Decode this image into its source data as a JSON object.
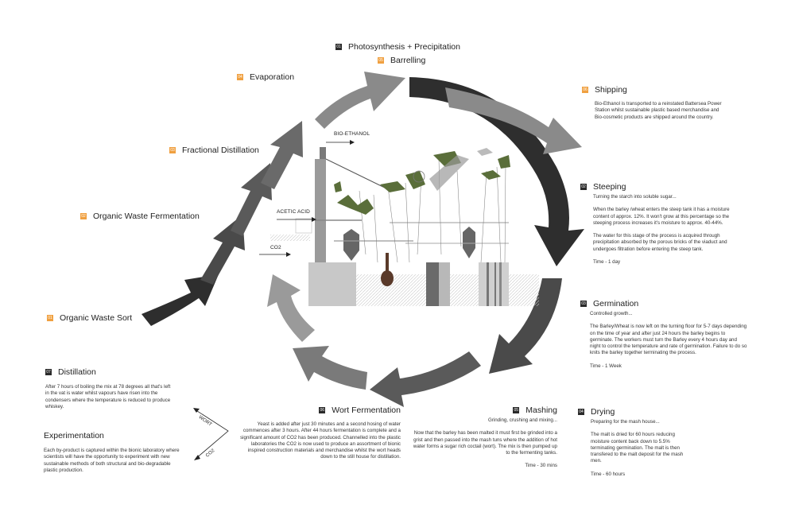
{
  "outer_cycle": [
    {
      "num": "01",
      "label": "Organic Waste Sort"
    },
    {
      "num": "02",
      "label": "Organic Waste Fermentation"
    },
    {
      "num": "03",
      "label": "Fractional Distillation"
    },
    {
      "num": "04",
      "label": "Evaporation"
    },
    {
      "num": "05",
      "label": "Barrelling"
    },
    {
      "num": "06",
      "label": "Shipping",
      "text": "Bio-Ethanol is transported to a reinstated Battersea Power Station whilst sustainable plastic based merchandise and Bio-cosmetic products are shipped around the country."
    }
  ],
  "top_stage": {
    "num": "01",
    "label": "Photosynthesis + Precipitation"
  },
  "stages": {
    "steeping": {
      "num": "02",
      "label": "Steeping",
      "subtitle": "Turning the starch into soluble sugar...",
      "para1": "When the barley /wheat enters the steep tank it has a moisture content of approx. 12%. It won't grow at this percentage so the steeping process increases it's moisture to approx. 40-44%.",
      "para2": "The water for this stage of the process is acquired through precipitation absorbed by the porous bricks of the viaduct and undergoes filtration before entering the steep tank.",
      "time": "Time - 1 day"
    },
    "germination": {
      "num": "03",
      "label": "Germination",
      "subtitle": "Controlled growth...",
      "para1": "The Barley/Wheat is now left on the turning floor for 5-7 days depending on the time of year and after just 24 hours the barley begins to germinate. The workers must turn the Barley every 4 hours day and night to control the temperature and rate of germination. Failure to do so knits the barley together terminating the process.",
      "time": "Time - 1 Week"
    },
    "drying": {
      "num": "04",
      "label": "Drying",
      "subtitle": "Preparing for the mash house...",
      "para1": "The malt is dried for 60 hours reducing moisture content back down to 5.5% terminating germination. The malt is then transfered to the malt deposit for the mash men.",
      "time": "Time - 60 hours"
    },
    "mashing": {
      "num": "05",
      "label": "Mashing",
      "subtitle": "Grinding, crushing and mixing...",
      "para1": "Now that the barley has been malted it must first be grinded into a grist and then passed into the mash tuns where the addition of hot water forms a sugar rich coctail (wort). The mix is then pumped up to the fermenting tanks.",
      "time": "Time - 30 mins"
    },
    "wort_fermentation": {
      "num": "06",
      "label": "Wort Fermentation",
      "para1": "Yeast is added after just 30 minutes and a second hosing of water commences after 3 hours. After 44 hours fermentation is complete and a significant amount of CO2 has been produced. Channelled into the plastic laboratories the CO2 is now used to produce an assortment of bionic inspired construction materials and merchandise whilst the wort heads down to the still house for distillation."
    },
    "distillation": {
      "num": "07",
      "label": "Distillation",
      "para1": "After 7 hours of boiling the mix at 78 degrees all that's left in the vat is water whilst vapours have risen into the condensers where the temperature is reduced to produce whiskey."
    },
    "experimentation": {
      "label": "Experimentation",
      "para1": "Each by-product is captured within the bionic laboratory where scientists will have the opportunity to experiment with new sustainable methods of both structural and bio-degradable plastic production."
    }
  },
  "flow_labels": {
    "bio_ethanol": "BIO-ETHANOL",
    "acetic_acid": "ACETIC ACID",
    "co2": "CO2",
    "wort": "WORT",
    "co2_branch": "CO2"
  },
  "colors": {
    "orange_badge": "#f0a040",
    "dark_badge": "#2a2a2a",
    "arrow_dark": "#2e2e2e",
    "arrow_mid": "#5a5a5a",
    "arrow_light": "#8a8a8a",
    "foliage": "#5a6e3a"
  }
}
